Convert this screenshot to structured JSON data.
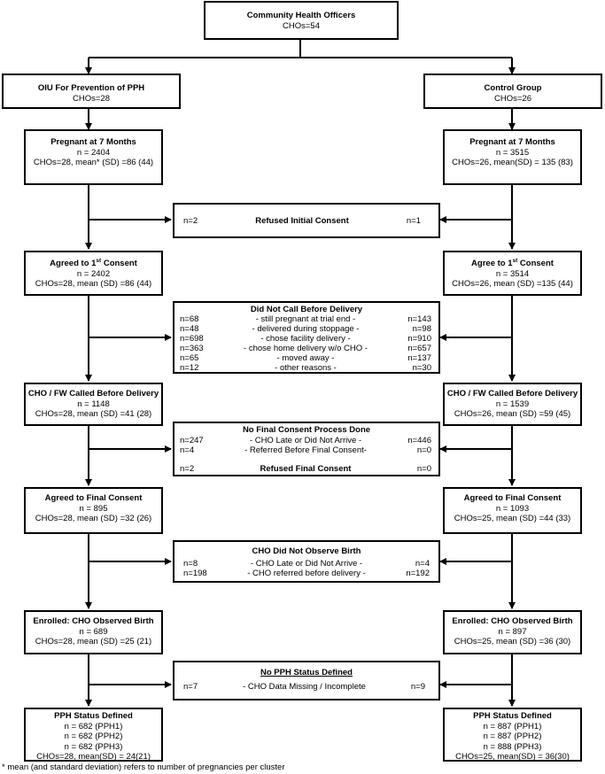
{
  "top": {
    "title": "Community Health Officers",
    "lines": [
      "CHOs=54"
    ]
  },
  "arms": {
    "left_title": "OIU For Prevention of PPH",
    "left_cho": "CHOs=28",
    "right_title": "Control Group",
    "right_cho": "CHOs=26"
  },
  "pregnant": {
    "title": "Pregnant at 7 Months",
    "left": [
      "n = 2404",
      "CHOs=28, mean* (SD) =86 (44)"
    ],
    "right": [
      "n = 3515",
      "CHOs=26, mean(SD) = 135 (83)"
    ]
  },
  "refused_initial": {
    "title": "Refused Initial Consent",
    "left": "n=2",
    "right": "n=1"
  },
  "first_consent": {
    "left_title_pre": "Agreed to 1",
    "right_title_pre": "Agree to 1",
    "sup": "st",
    "title_post": " Consent",
    "left": [
      "n = 2402",
      "CHOs=28, mean (SD) =86 (44)"
    ],
    "right": [
      "n = 3514",
      "CHOs=26, mean (SD) =135 (44)"
    ]
  },
  "did_not_call": {
    "title": "Did Not Call Before Delivery",
    "rows": [
      {
        "left": "n=68",
        "label": "- still pregnant at trial end -",
        "right": "n=143"
      },
      {
        "left": "n=48",
        "label": "- delivered during stoppage -",
        "right": "n=98"
      },
      {
        "left": "n=698",
        "label": "- chose facility delivery -",
        "right": "n=910"
      },
      {
        "left": "n=363",
        "label": "- chose home delivery w/o CHO -",
        "right": "n=657"
      },
      {
        "left": "n=65",
        "label": "- moved away -",
        "right": "n=137"
      },
      {
        "left": "n=12",
        "label": "- other reasons -",
        "right": "n=30"
      }
    ]
  },
  "called": {
    "title": "CHO / FW Called Before Delivery",
    "left": [
      "n = 1148",
      "CHOs=28, mean (SD) =41 (28)"
    ],
    "right": [
      "n = 1539",
      "CHOs=26, mean (SD) =59 (45)"
    ]
  },
  "no_final": {
    "title": "No Final Consent Process Done",
    "rows": [
      {
        "left": "n=247",
        "label": "- CHO Late or Did Not Arrive -",
        "right": "n=446"
      },
      {
        "left": "n=4",
        "label": "- Referred Before Final Consent-",
        "right": "n=0"
      }
    ],
    "refused_title": "Refused Final Consent",
    "refused_left": "n=2",
    "refused_right": "n=0"
  },
  "final_consent": {
    "title": "Agreed to Final Consent",
    "left": [
      "n = 895",
      "CHOs=28, mean (SD) =32 (26)"
    ],
    "right": [
      "n = 1093",
      "CHOs=25, mean (SD) =44 (33)"
    ]
  },
  "not_observe": {
    "title": "CHO Did Not Observe Birth",
    "rows": [
      {
        "left": "n=8",
        "label": "- CHO Late or Did Not Arrive -",
        "right": "n=4"
      },
      {
        "left": "n=198",
        "label": "- CHO referred before delivery -",
        "right": "n=192"
      }
    ]
  },
  "enrolled": {
    "title": "Enrolled: CHO Observed Birth",
    "left": [
      "n = 689",
      "CHOs=28, mean (SD) =25 (21)"
    ],
    "right": [
      "n = 897",
      "CHOs=25, mean (SD) =36 (30)"
    ]
  },
  "no_pph": {
    "title": "No PPH Status Defined",
    "left": "n=7",
    "label": "- CHO Data Missing / Incomplete",
    "right": "n=9"
  },
  "pph": {
    "title": "PPH Status Defined",
    "left": [
      "n = 682 (PPH1)",
      "n = 682 (PPH2)",
      "n = 682 (PPH3)",
      "CHOs=28, mean(SD) = 24(21)"
    ],
    "right": [
      "n = 887 (PPH1)",
      "n = 887 (PPH2)",
      "n = 888 (PPH3)",
      "CHOs=25, mean(SD) = 36(30)"
    ]
  },
  "footnote": "* mean (and standard deviation) refers to number of pregnancies per cluster"
}
